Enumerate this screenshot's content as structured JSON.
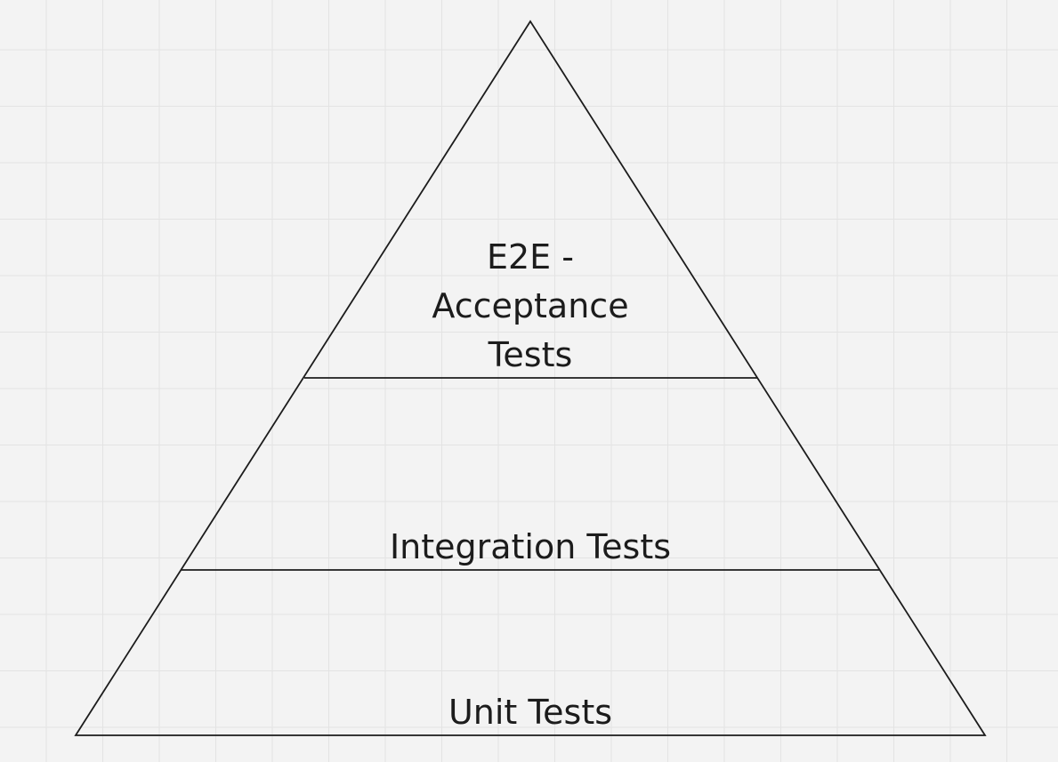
{
  "diagram": {
    "tiers": {
      "top": {
        "lines": [
          "E2E -",
          "Acceptance",
          "Tests"
        ]
      },
      "middle": {
        "label": "Integration Tests"
      },
      "bottom": {
        "label": "Unit Tests"
      }
    },
    "colors": {
      "background": "#f3f3f3",
      "grid": "#e3e3e3",
      "stroke": "#1c1c1c",
      "text": "#1c1c1c"
    }
  }
}
